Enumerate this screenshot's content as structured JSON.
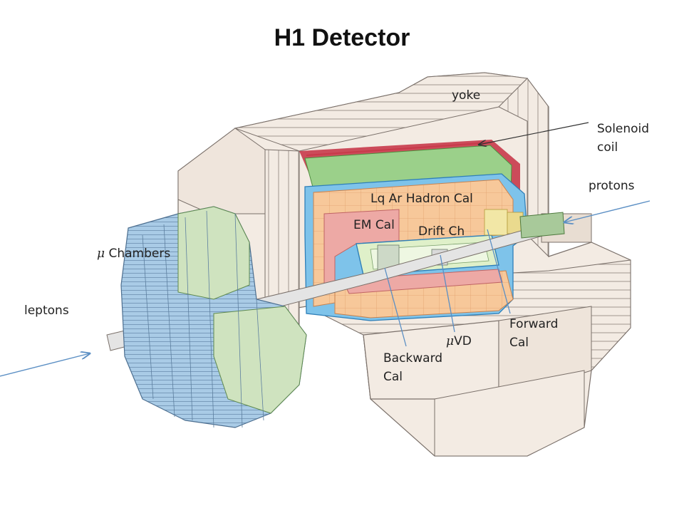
{
  "title": "H1 Detector",
  "labels": {
    "yoke": "yoke",
    "solenoid_line1": "Solenoid",
    "solenoid_line2": "coil",
    "protons": "protons",
    "lq_ar": "Lq Ar Hadron Cal",
    "em_cal": "EM Cal",
    "drift_ch": "Drift Ch",
    "mu_symbol": "μ",
    "mu_chambers": "Chambers",
    "leptons": "leptons",
    "forward_line1": "Forward",
    "forward_line2": "Cal",
    "mu_vd_symbol": "μ",
    "mu_vd_text": "VD",
    "backward_line1": "Backward",
    "backward_line2": "Cal"
  },
  "colors": {
    "frame": "#f3ebe3",
    "frame_line": "#7a706a",
    "muon_chambers": "#b8d4ea",
    "muon_green": "#cfe3bf",
    "calorimeter": "#f7c89a",
    "calorimeter_inner": "#eda9a5",
    "cryostat": "#7ec3ea",
    "coil_green": "#9bd08a",
    "coil_red": "#c83a4a",
    "arrow": "#5b8fc4"
  }
}
